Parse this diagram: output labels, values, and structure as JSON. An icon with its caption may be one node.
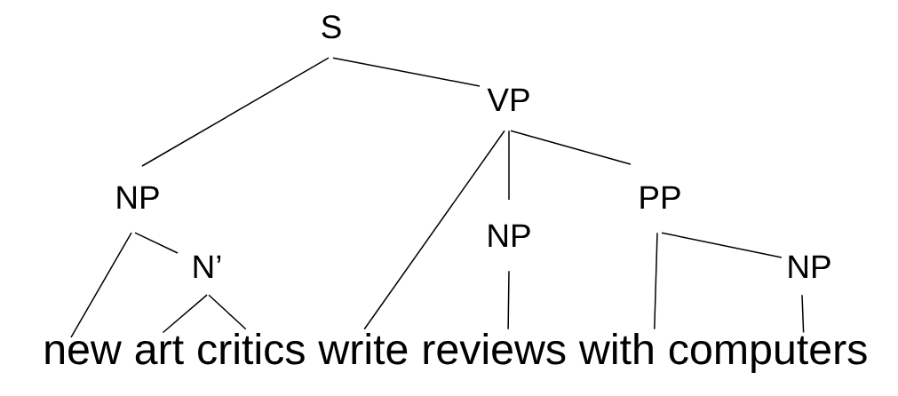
{
  "diagram": {
    "nodes": [
      {
        "text": [
          "S"
        ]
      },
      {
        "text": [
          "NP"
        ]
      },
      {
        "text": [
          "VP"
        ]
      },
      {
        "text": [
          "N’"
        ]
      },
      {
        "text": [
          "NP"
        ]
      },
      {
        "text": [
          "PP"
        ]
      },
      {
        "text": [
          "NP"
        ]
      },
      {
        "text": [
          "new"
        ]
      },
      {
        "text": [
          "art"
        ]
      },
      {
        "text": [
          "critics"
        ]
      },
      {
        "text": [
          "write"
        ]
      },
      {
        "text": [
          "reviews"
        ]
      },
      {
        "text": [
          "with"
        ]
      },
      {
        "text": [
          "computers"
        ]
      }
    ],
    "edges": [
      {
        "from": 0,
        "to": 1,
        "arrow": "none"
      },
      {
        "from": 0,
        "to": 2,
        "arrow": "none"
      },
      {
        "from": 1,
        "to": 7,
        "arrow": "none"
      },
      {
        "from": 1,
        "to": 3,
        "arrow": "none"
      },
      {
        "from": 3,
        "to": 8,
        "arrow": "none"
      },
      {
        "from": 3,
        "to": 9,
        "arrow": "none"
      },
      {
        "from": 2,
        "to": 10,
        "arrow": "none"
      },
      {
        "from": 2,
        "to": 4,
        "arrow": "none"
      },
      {
        "from": 2,
        "to": 5,
        "arrow": "none"
      },
      {
        "from": 4,
        "to": 11,
        "arrow": "none"
      },
      {
        "from": 5,
        "to": 12,
        "arrow": "none"
      },
      {
        "from": 5,
        "to": 6,
        "arrow": "none"
      },
      {
        "from": 6,
        "to": 13,
        "arrow": "none"
      }
    ]
  }
}
